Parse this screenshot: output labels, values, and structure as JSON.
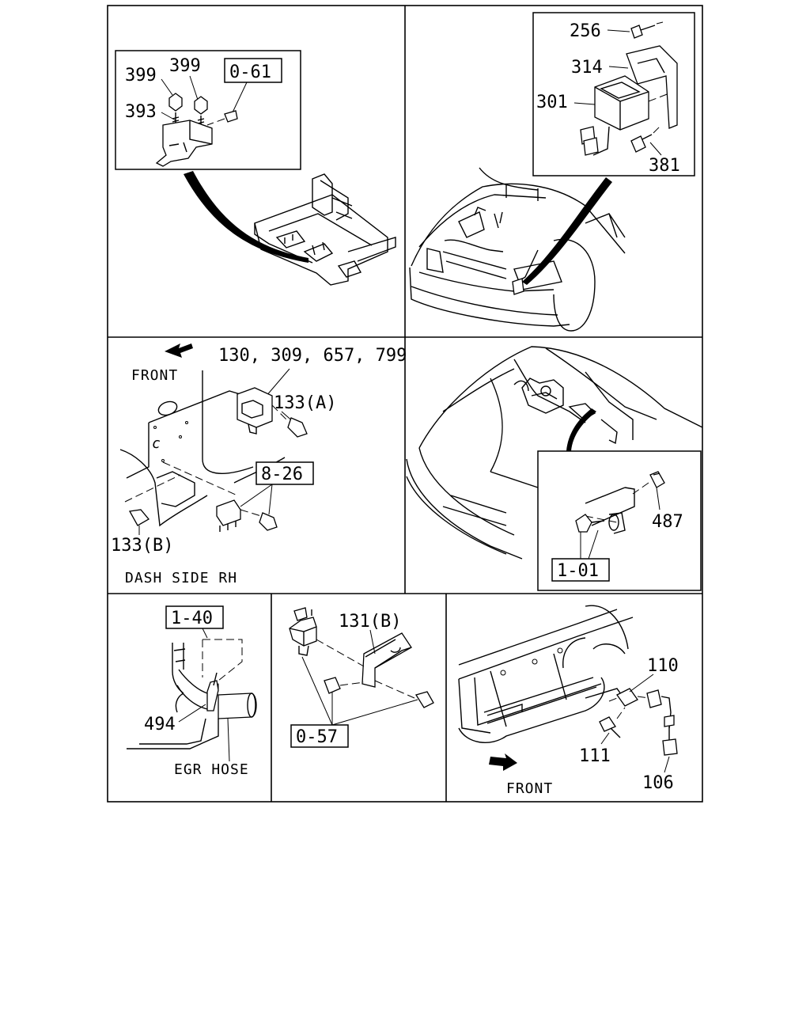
{
  "panels": {
    "p1": {
      "labels": [
        "399",
        "399",
        "393"
      ],
      "ref": "0-61"
    },
    "p2": {
      "labels": [
        "256",
        "314",
        "301",
        "381"
      ]
    },
    "p3": {
      "front": "FRONT",
      "multi": "130, 309, 657, 799",
      "a": "133(A)",
      "ref": "8-26",
      "b": "133(B)",
      "caption": "DASH SIDE RH"
    },
    "p4": {
      "label": "487",
      "ref": "1-01"
    },
    "p5": {
      "ref": "1-40",
      "label": "494",
      "caption": "EGR HOSE"
    },
    "p6": {
      "label": "131(B)",
      "ref": "0-57"
    },
    "p7": {
      "labels": [
        "110",
        "111",
        "106"
      ],
      "front": "FRONT"
    }
  }
}
